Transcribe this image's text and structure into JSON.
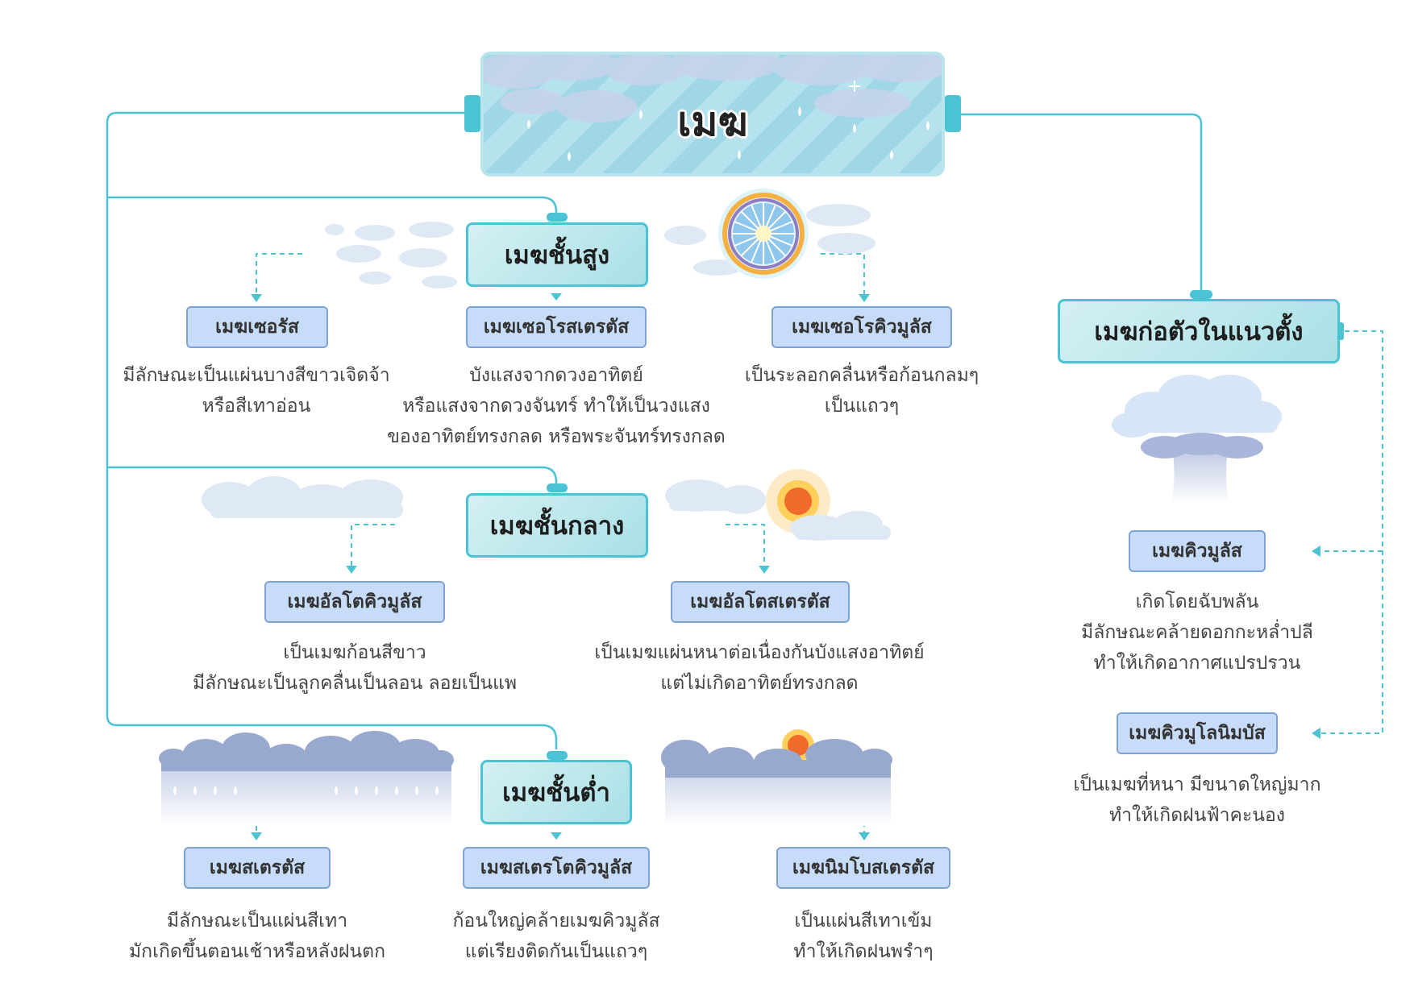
{
  "title": "เมฆ",
  "colors": {
    "connector": "#4cc3d2",
    "level_fill": "#c3eaee",
    "cloud_box_fill": "#c7dcf8",
    "cloud_box_border": "#7ea2d8",
    "sky_stripe": "#9fd7e7"
  },
  "icons": [
    "rain-cloud-icon",
    "halo-sun-icon",
    "sun-icon",
    "cumulonimbus-icon",
    "stratus-rain-icon",
    "nimbostratus-icon"
  ],
  "levels": {
    "high": "เมฆชั้นสูง",
    "middle": "เมฆชั้นกลาง",
    "low": "เมฆชั้นต่ำ",
    "vertical": "เมฆก่อตัวในแนวตั้ง"
  },
  "clouds": {
    "cirrus": {
      "name": "เมฆเซอรัส",
      "desc": [
        "มีลักษณะเป็นแผ่นบางสีขาวเจิดจ้า",
        "หรือสีเทาอ่อน"
      ]
    },
    "cirrostratus": {
      "name": "เมฆเซอโรสเตรตัส",
      "desc": [
        "บังแสงจากดวงอาทิตย์",
        "หรือแสงจากดวงจันทร์ ทำให้เป็นวงแสง",
        "ของอาทิตย์ทรงกลด หรือพระจันทร์ทรงกลด"
      ]
    },
    "cirrocumulus": {
      "name": "เมฆเซอโรคิวมูลัส",
      "desc": [
        "เป็นระลอกคลื่นหรือก้อนกลมๆ",
        "เป็นแถวๆ"
      ]
    },
    "altocumulus": {
      "name": "เมฆอัลโตคิวมูลัส",
      "desc": [
        "เป็นเมฆก้อนสีขาว",
        "มีลักษณะเป็นลูกคลื่นเป็นลอน ลอยเป็นแพ"
      ]
    },
    "altostratus": {
      "name": "เมฆอัลโตสเตรตัส",
      "desc": [
        "เป็นเมฆแผ่นหนาต่อเนื่องกันบังแสงอาทิตย์",
        "แต่ไม่เกิดอาทิตย์ทรงกลด"
      ]
    },
    "stratus": {
      "name": "เมฆสเตรตัส",
      "desc": [
        "มีลักษณะเป็นแผ่นสีเทา",
        "มักเกิดขึ้นตอนเช้าหรือหลังฝนตก"
      ]
    },
    "stratocumulus": {
      "name": "เมฆสเตรโตคิวมูลัส",
      "desc": [
        "ก้อนใหญ่คล้ายเมฆคิวมูลัส",
        "แต่เรียงติดกันเป็นแถวๆ"
      ]
    },
    "nimbostratus": {
      "name": "เมฆนิมโบสเตรตัส",
      "desc": [
        "เป็นแผ่นสีเทาเข้ม",
        "ทำให้เกิดฝนพรำๆ"
      ]
    },
    "cumulus": {
      "name": "เมฆคิวมูลัส",
      "desc": [
        "เกิดโดยฉับพลัน",
        "มีลักษณะคล้ายดอกกะหล่ำปลี",
        "ทำให้เกิดอากาศแปรปรวน"
      ]
    },
    "cumulonimbus": {
      "name": "เมฆคิวมูโลนิมบัส",
      "desc": [
        "เป็นเมฆที่หนา มีขนาดใหญ่มาก",
        "ทำให้เกิดฝนฟ้าคะนอง"
      ]
    }
  }
}
